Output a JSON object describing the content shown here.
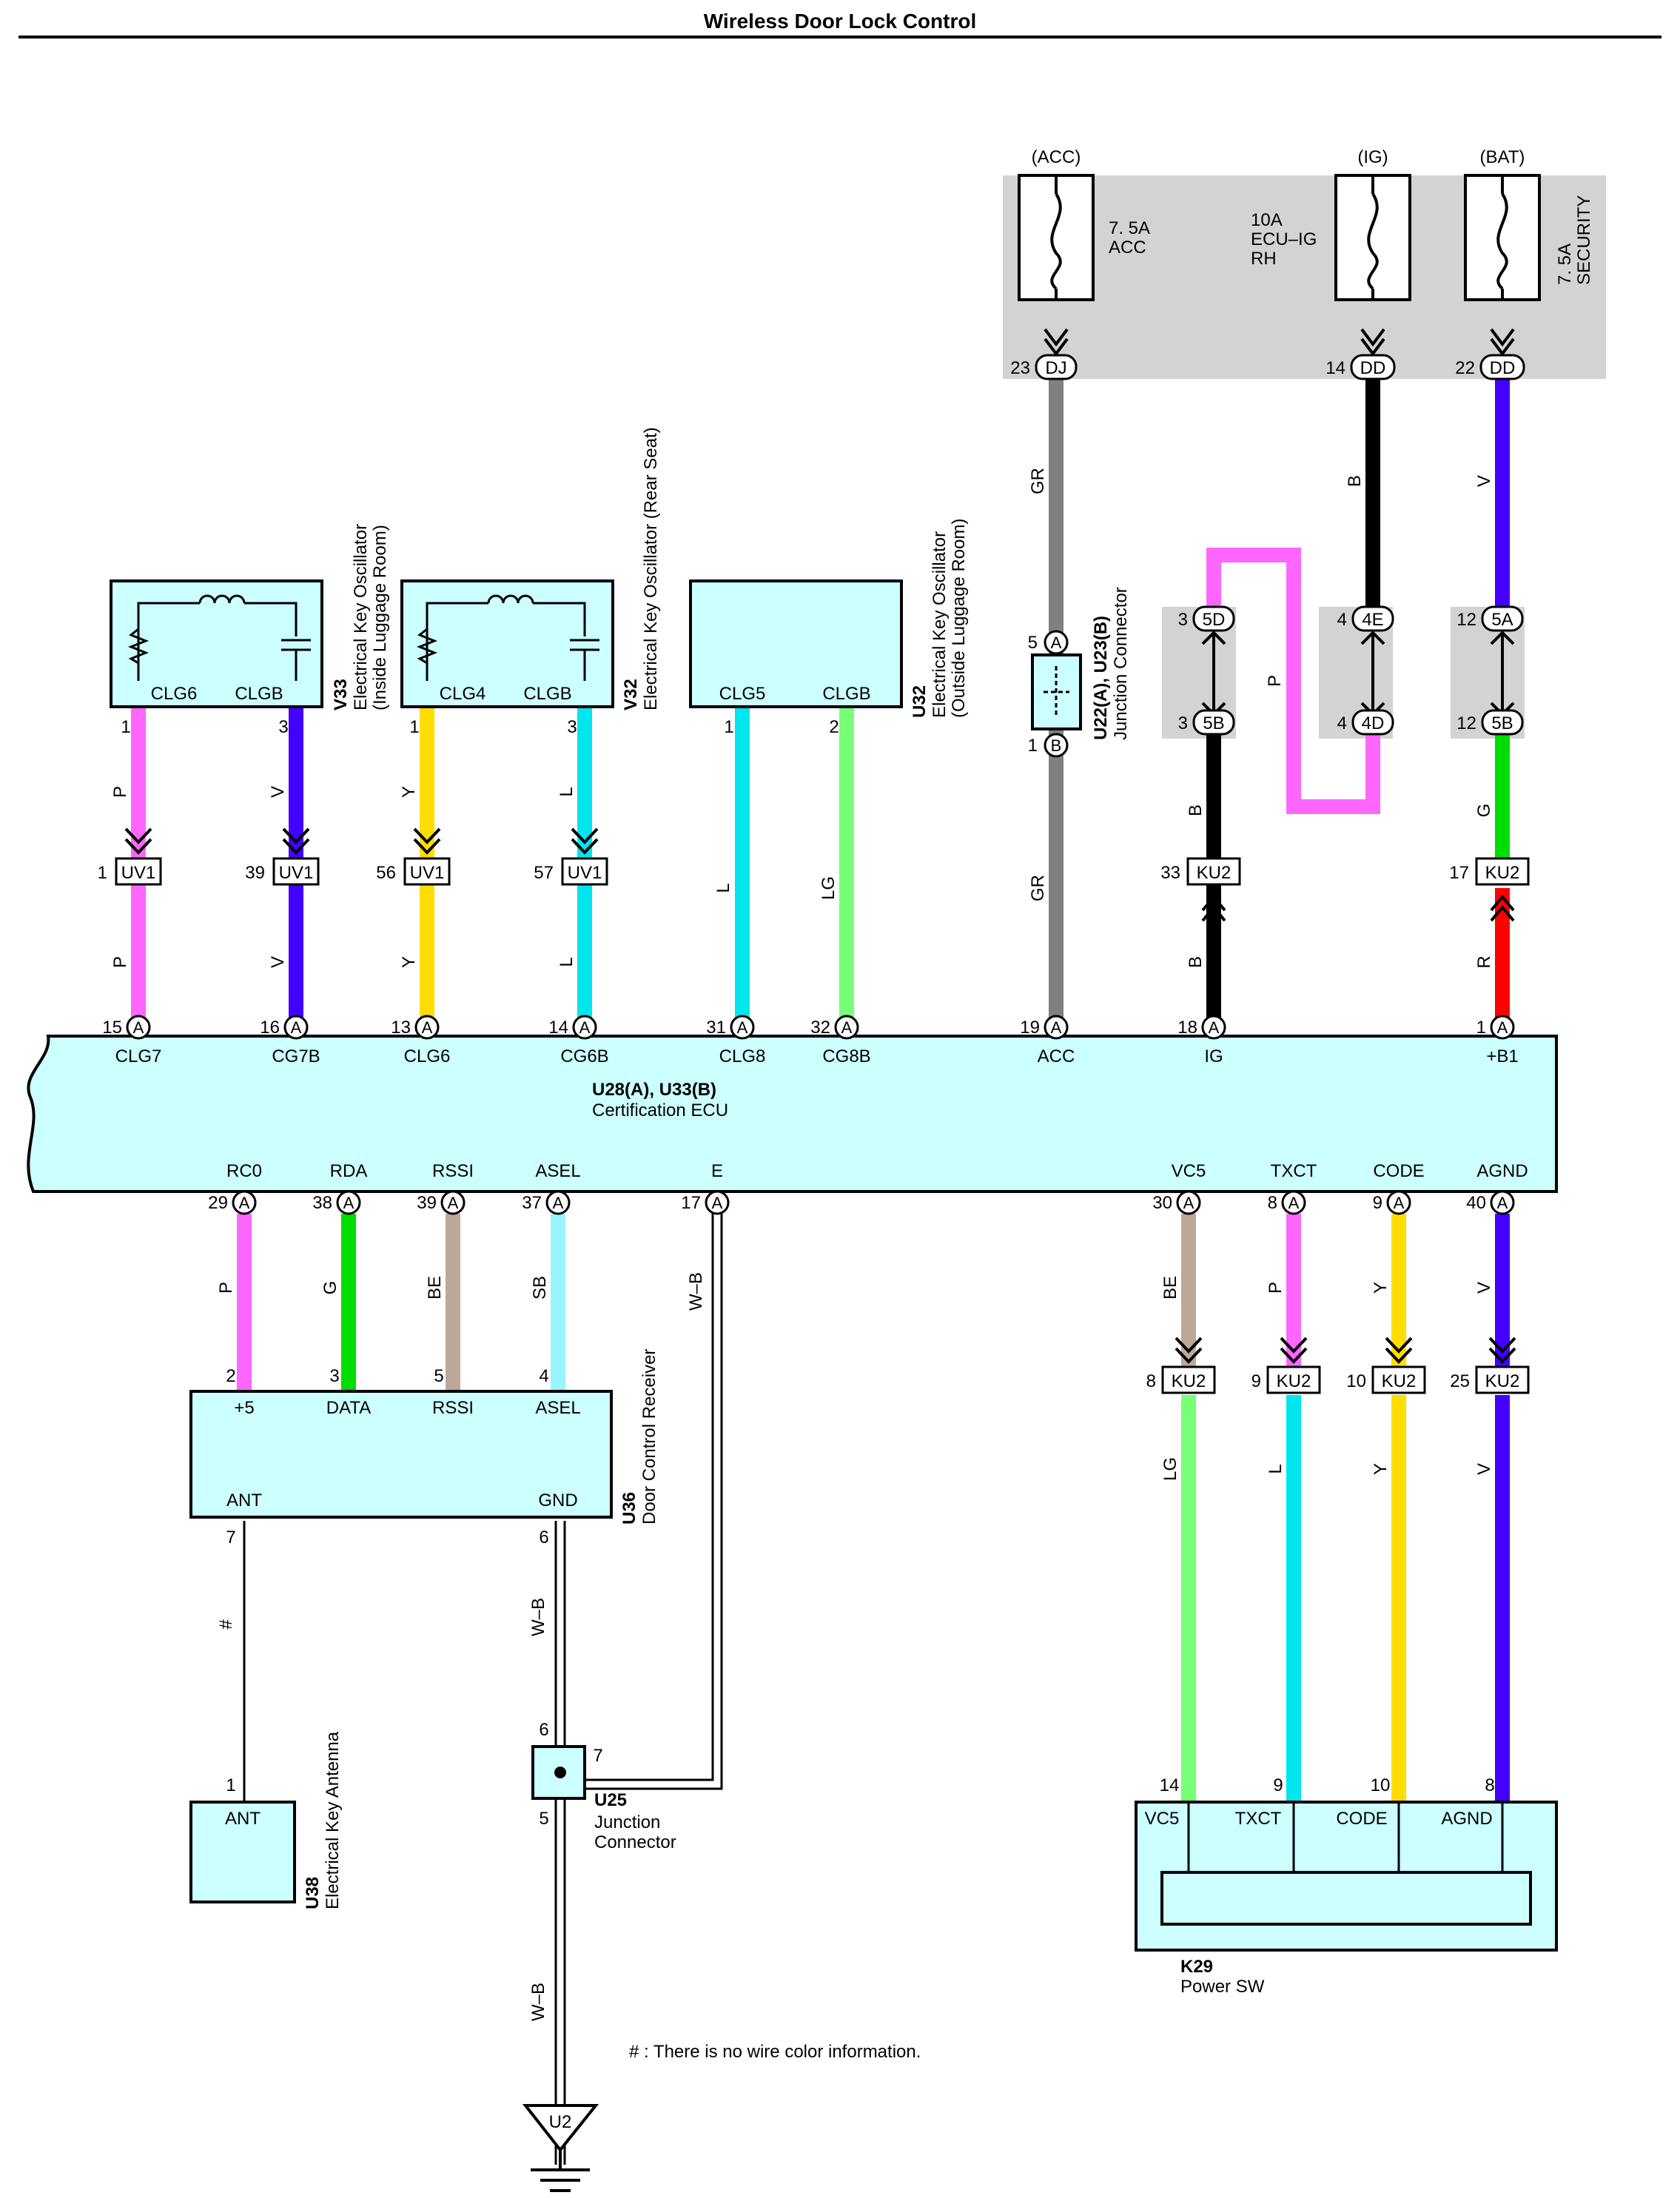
{
  "title": "Wireless Door Lock Control",
  "note": "# : There is no wire color information.",
  "colors": {
    "P": "#ff66ff",
    "V": "#4400ff",
    "Y": "#ffdd00",
    "L": "#00e6ee",
    "LG": "#77ff77",
    "GR": "#808080",
    "B": "#000000",
    "G": "#00dd00",
    "R": "#ff0000",
    "BE": "#bba899",
    "SB": "#99f5ff",
    "ecu_fill": "#ccffff",
    "fuse_box": "#d0d0d0"
  },
  "power": {
    "acc": {
      "source": "(ACC)",
      "fuse": [
        "7. 5A",
        "ACC"
      ],
      "pin": "23",
      "connector": "DJ"
    },
    "ig": {
      "source": "(IG)",
      "fuse": [
        "10A",
        "ECU–IG",
        "RH"
      ],
      "pin": "14",
      "connector": "DD"
    },
    "bat": {
      "source": "(BAT)",
      "fuse": [
        "7. 5A",
        "SECURITY"
      ],
      "pin": "22",
      "connector": "DD"
    }
  },
  "oscillators": {
    "v33": {
      "id": "V33",
      "name": [
        "Electrical Key Oscillator",
        "(Inside Luggage Room)"
      ],
      "terms": [
        "CLG6",
        "CLGB"
      ],
      "pins": [
        "1",
        "3"
      ]
    },
    "v32a": {
      "id": "V32",
      "name": [
        "Electrical Key Oscillator (Rear Seat)"
      ],
      "terms": [
        "CLG4",
        "CLGB"
      ],
      "pins": [
        "1",
        "3"
      ]
    },
    "v32b": {
      "id": "U32",
      "name": [
        "Electrical Key Oscillator",
        "(Outside Luggage Room)"
      ],
      "terms": [
        "CLG5",
        "CLGB"
      ],
      "pins": [
        "1",
        "2"
      ]
    }
  },
  "uv1": {
    "label": "UV1",
    "pins": [
      "1",
      "39",
      "56",
      "57"
    ]
  },
  "ku2": {
    "label": "KU2",
    "top_pins": [
      "33",
      "17"
    ],
    "bottom_pins": [
      "8",
      "9",
      "10",
      "25"
    ]
  },
  "jc_u22": {
    "id": "U22(A), U23(B)",
    "name": "Junction Connector",
    "pin_a": "5",
    "pin_b": "1",
    "conn_a": "A",
    "conn_b": "B"
  },
  "jb": {
    "top": [
      [
        "3",
        "5D"
      ],
      [
        "4",
        "4E"
      ],
      [
        "12",
        "5A"
      ]
    ],
    "bottom": [
      [
        "3",
        "5B"
      ],
      [
        "4",
        "4D"
      ],
      [
        "12",
        "5B"
      ]
    ]
  },
  "wire_labels": {
    "p": "P",
    "v": "V",
    "y": "Y",
    "l": "L",
    "lg": "LG",
    "gr": "GR",
    "b": "B",
    "g": "G",
    "r": "R",
    "be": "BE",
    "sb": "SB",
    "wb": "W–B",
    "hash": "#"
  },
  "ecu": {
    "id": "U28(A), U33(B)",
    "name": "Certification ECU",
    "top_pins": [
      {
        "num": "15",
        "conn": "A",
        "label": "CLG7"
      },
      {
        "num": "16",
        "conn": "A",
        "label": "CG7B"
      },
      {
        "num": "13",
        "conn": "A",
        "label": "CLG6"
      },
      {
        "num": "14",
        "conn": "A",
        "label": "CG6B"
      },
      {
        "num": "31",
        "conn": "A",
        "label": "CLG8"
      },
      {
        "num": "32",
        "conn": "A",
        "label": "CG8B"
      },
      {
        "num": "19",
        "conn": "A",
        "label": "ACC"
      },
      {
        "num": "18",
        "conn": "A",
        "label": "IG"
      },
      {
        "num": "1",
        "conn": "A",
        "label": "+B1"
      }
    ],
    "bottom_pins": [
      {
        "num": "29",
        "conn": "A",
        "label": "RC0"
      },
      {
        "num": "38",
        "conn": "A",
        "label": "RDA"
      },
      {
        "num": "39",
        "conn": "A",
        "label": "RSSI"
      },
      {
        "num": "37",
        "conn": "A",
        "label": "ASEL"
      },
      {
        "num": "17",
        "conn": "A",
        "label": "E"
      },
      {
        "num": "30",
        "conn": "A",
        "label": "VC5"
      },
      {
        "num": "8",
        "conn": "A",
        "label": "TXCT"
      },
      {
        "num": "9",
        "conn": "A",
        "label": "CODE"
      },
      {
        "num": "40",
        "conn": "A",
        "label": "AGND"
      }
    ]
  },
  "receiver": {
    "id": "U36",
    "name": "Door Control Receiver",
    "terms": [
      "+5",
      "DATA",
      "RSSI",
      "ASEL"
    ],
    "pins": [
      "2",
      "3",
      "5",
      "4"
    ],
    "ant": "ANT",
    "gnd": "GND",
    "ant_pin": "7",
    "gnd_pin": "6"
  },
  "antenna": {
    "id": "U38",
    "name": "Electrical Key Antenna",
    "term": "ANT",
    "pin": "1"
  },
  "u25": {
    "id": "U25",
    "name": [
      "Junction",
      "Connector"
    ],
    "pins": [
      "6",
      "7",
      "5"
    ]
  },
  "ground": {
    "label": "U2"
  },
  "power_sw": {
    "id": "K29",
    "name": "Power SW",
    "terms": [
      "VC5",
      "TXCT",
      "CODE",
      "AGND"
    ],
    "pins": [
      "14",
      "9",
      "10",
      "8"
    ]
  }
}
